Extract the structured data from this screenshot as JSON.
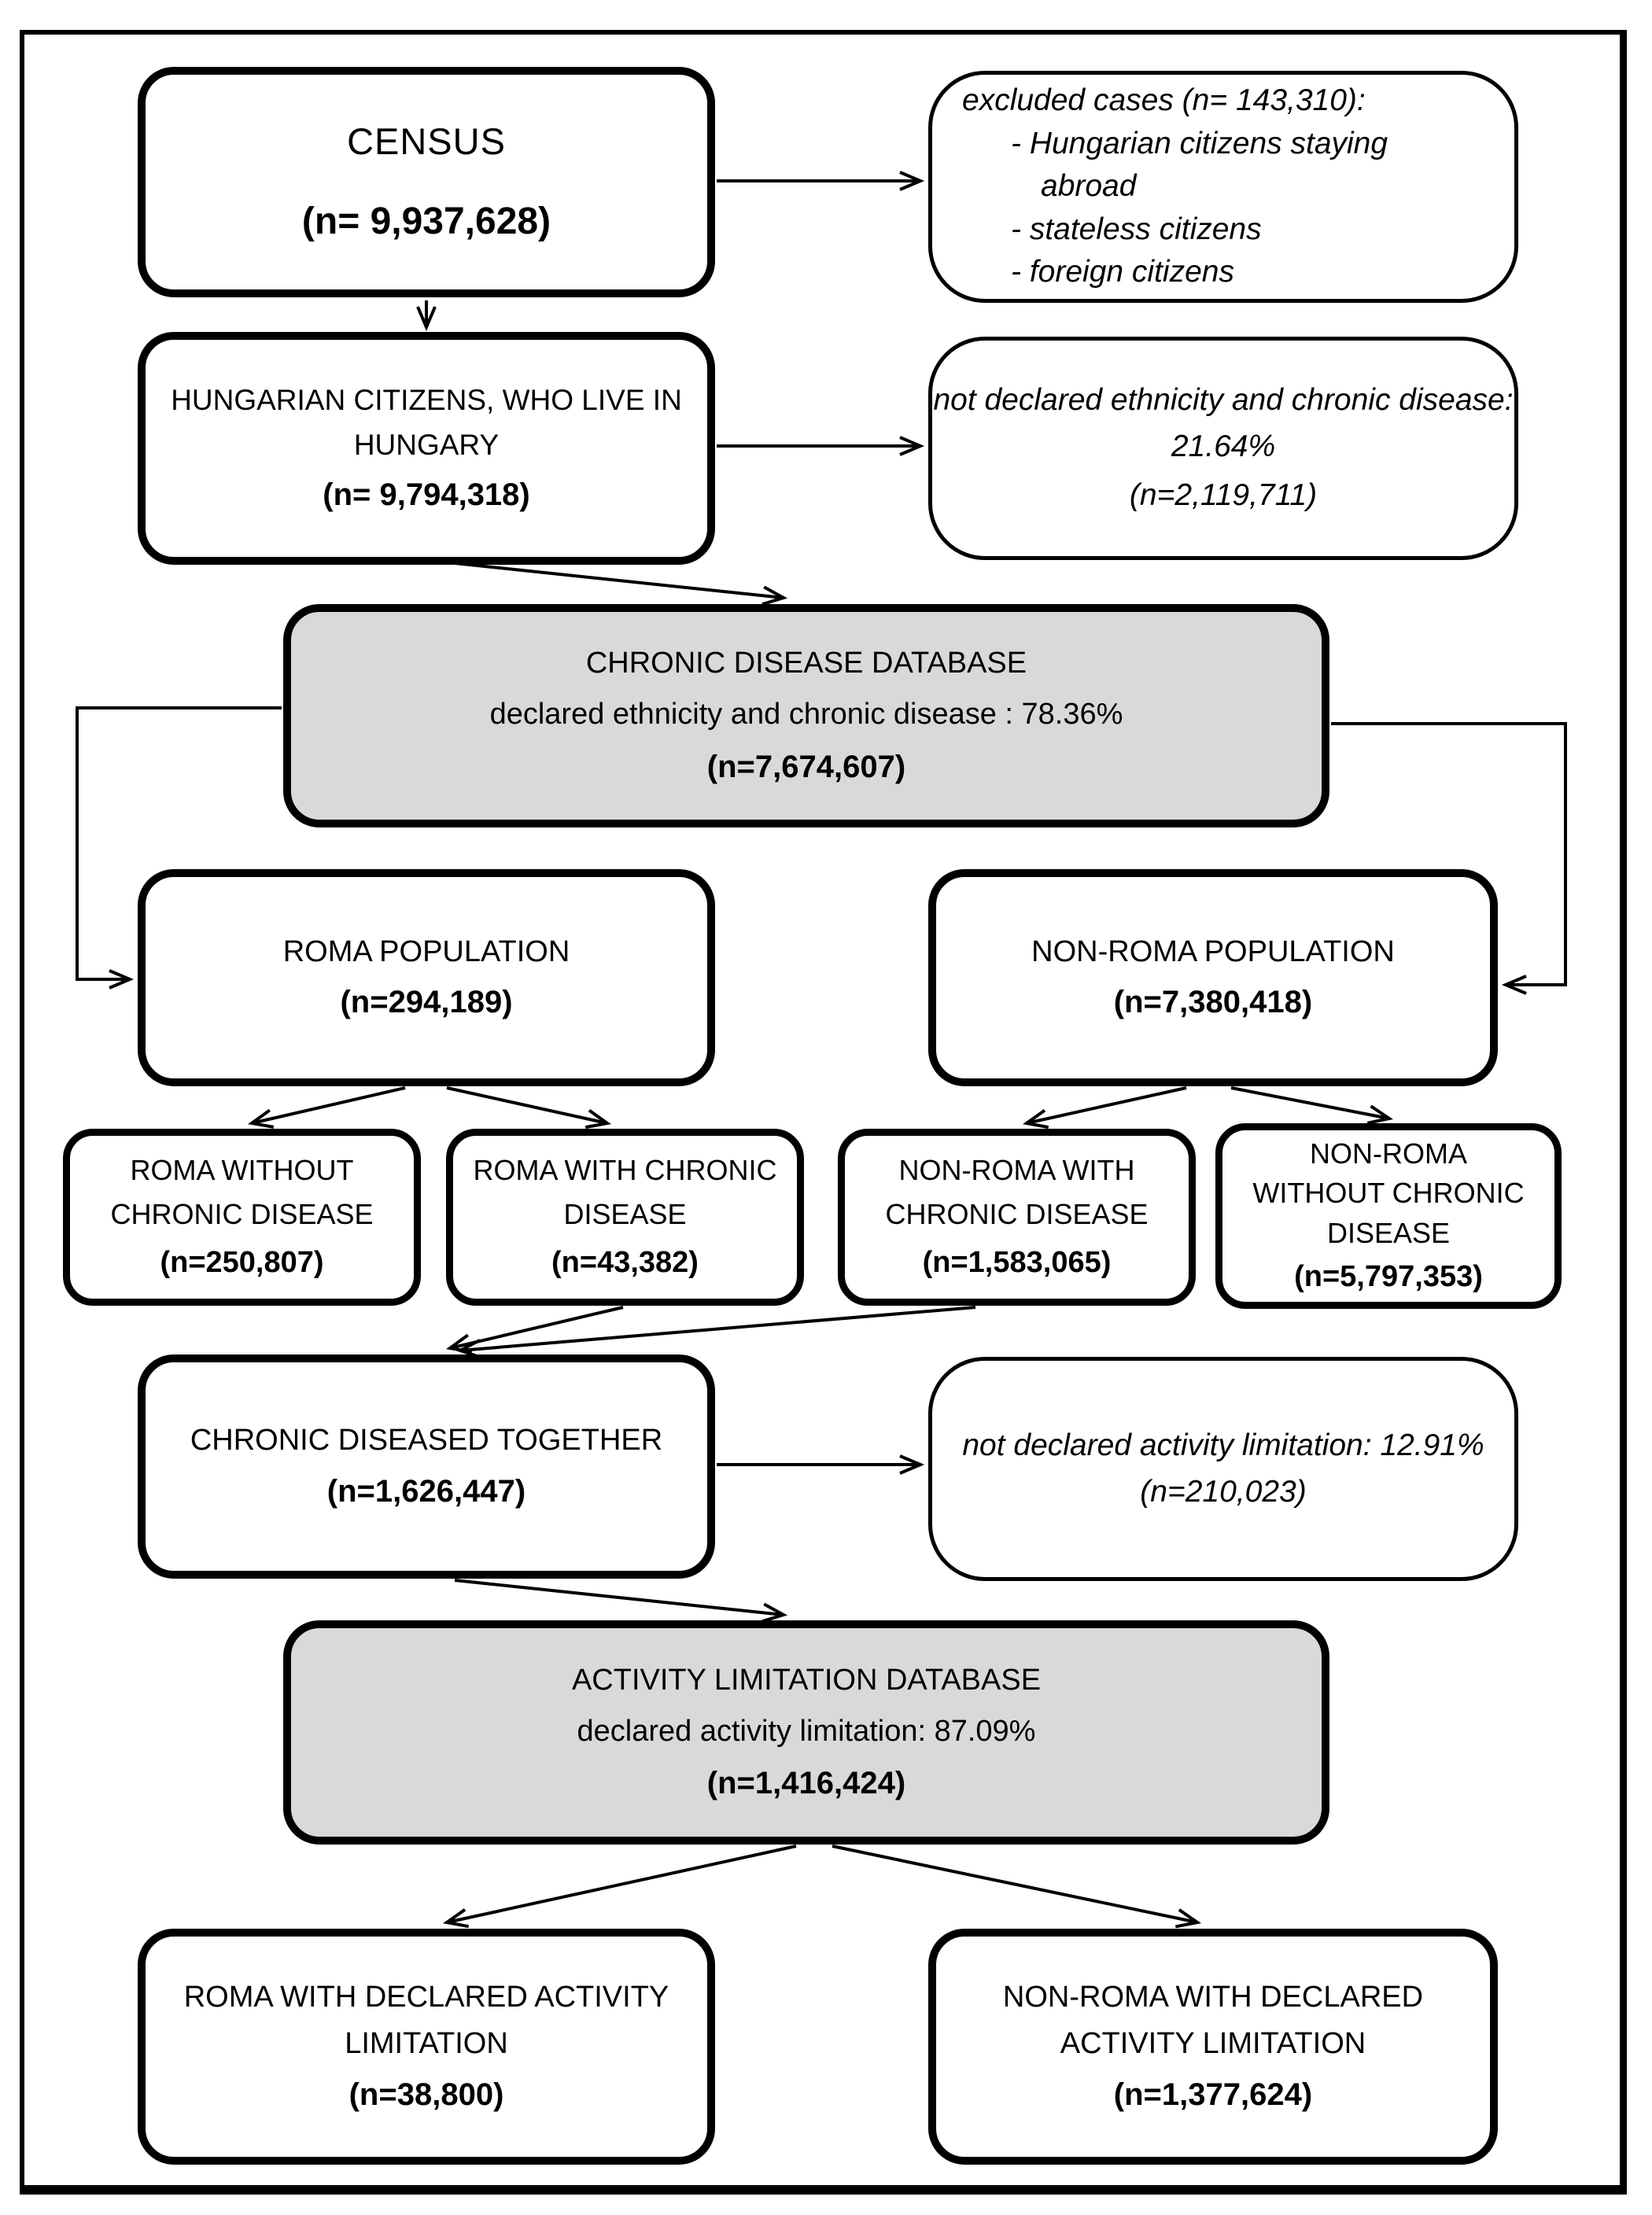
{
  "colors": {
    "background": "#ffffff",
    "box_fill": "#ffffff",
    "database_box_fill": "#d9d9d9",
    "line_color": "#000000",
    "text_color": "#000000"
  },
  "nodes": {
    "census": {
      "title": "CENSUS",
      "count": "(n= 9,937,628)"
    },
    "excluded_cases": {
      "heading": "excluded cases (n= 143,310):",
      "bullet1": "- Hungarian citizens staying",
      "bullet1_cont": "abroad",
      "bullet2": "- stateless citizens",
      "bullet3": "- foreign citizens"
    },
    "hungarian_citizens": {
      "title": "HUNGARIAN CITIZENS, WHO LIVE IN HUNGARY",
      "count": "(n= 9,794,318)"
    },
    "not_declared_ethnicity": {
      "title": "not declared ethnicity and chronic disease: 21.64%",
      "count": "(n=2,119,711)"
    },
    "chronic_disease_database": {
      "title": "CHRONIC DISEASE DATABASE",
      "subtitle": "declared ethnicity and chronic disease : 78.36%",
      "count": "(n=7,674,607)"
    },
    "roma_population": {
      "title": "ROMA POPULATION",
      "count": "(n=294,189)"
    },
    "non_roma_population": {
      "title": "NON-ROMA POPULATION",
      "count": "(n=7,380,418)"
    },
    "roma_without_chronic_disease": {
      "title": "ROMA WITHOUT CHRONIC DISEASE",
      "count": "(n=250,807)"
    },
    "roma_with_chronic_disease": {
      "title": "ROMA WITH CHRONIC DISEASE",
      "count": "(n=43,382)"
    },
    "non_roma_with_chronic_disease": {
      "title": "NON-ROMA WITH CHRONIC DISEASE",
      "count": "(n=1,583,065)"
    },
    "non_roma_without_chronic_disease": {
      "line1": "NON-ROMA",
      "line2": "WITHOUT CHRONIC",
      "line3": "DISEASE",
      "count": "(n=5,797,353)"
    },
    "chronic_diseased_together": {
      "title": "CHRONIC DISEASED TOGETHER",
      "count": "(n=1,626,447)"
    },
    "not_declared_activity_limitation": {
      "title": "not declared activity limitation: 12.91% (n=210,023)"
    },
    "activity_limitation_database": {
      "title": "ACTIVITY LIMITATION DATABASE",
      "subtitle": "declared activity limitation: 87.09%",
      "count": "(n=1,416,424)"
    },
    "roma_with_declared_activity_limitation": {
      "title": "ROMA WITH DECLARED ACTIVITY LIMITATION",
      "count": "(n=38,800)"
    },
    "non_roma_with_declared_activity_limitation": {
      "title": "NON-ROMA WITH DECLARED ACTIVITY LIMITATION",
      "count": "(n=1,377,624)"
    }
  },
  "edges": [
    {
      "from": "census",
      "to": "hungarian_citizens"
    },
    {
      "from": "census",
      "to": "excluded_cases"
    },
    {
      "from": "hungarian_citizens",
      "to": "not_declared_ethnicity"
    },
    {
      "from": "hungarian_citizens",
      "to": "chronic_disease_database"
    },
    {
      "from": "chronic_disease_database",
      "to": "roma_population"
    },
    {
      "from": "chronic_disease_database",
      "to": "non_roma_population"
    },
    {
      "from": "roma_population",
      "to": "roma_without_chronic_disease"
    },
    {
      "from": "roma_population",
      "to": "roma_with_chronic_disease"
    },
    {
      "from": "non_roma_population",
      "to": "non_roma_with_chronic_disease"
    },
    {
      "from": "non_roma_population",
      "to": "non_roma_without_chronic_disease"
    },
    {
      "from": "roma_with_chronic_disease",
      "to": "chronic_diseased_together"
    },
    {
      "from": "non_roma_with_chronic_disease",
      "to": "chronic_diseased_together"
    },
    {
      "from": "chronic_diseased_together",
      "to": "not_declared_activity_limitation"
    },
    {
      "from": "chronic_diseased_together",
      "to": "activity_limitation_database"
    },
    {
      "from": "activity_limitation_database",
      "to": "roma_with_declared_activity_limitation"
    },
    {
      "from": "activity_limitation_database",
      "to": "non_roma_with_declared_activity_limitation"
    }
  ]
}
